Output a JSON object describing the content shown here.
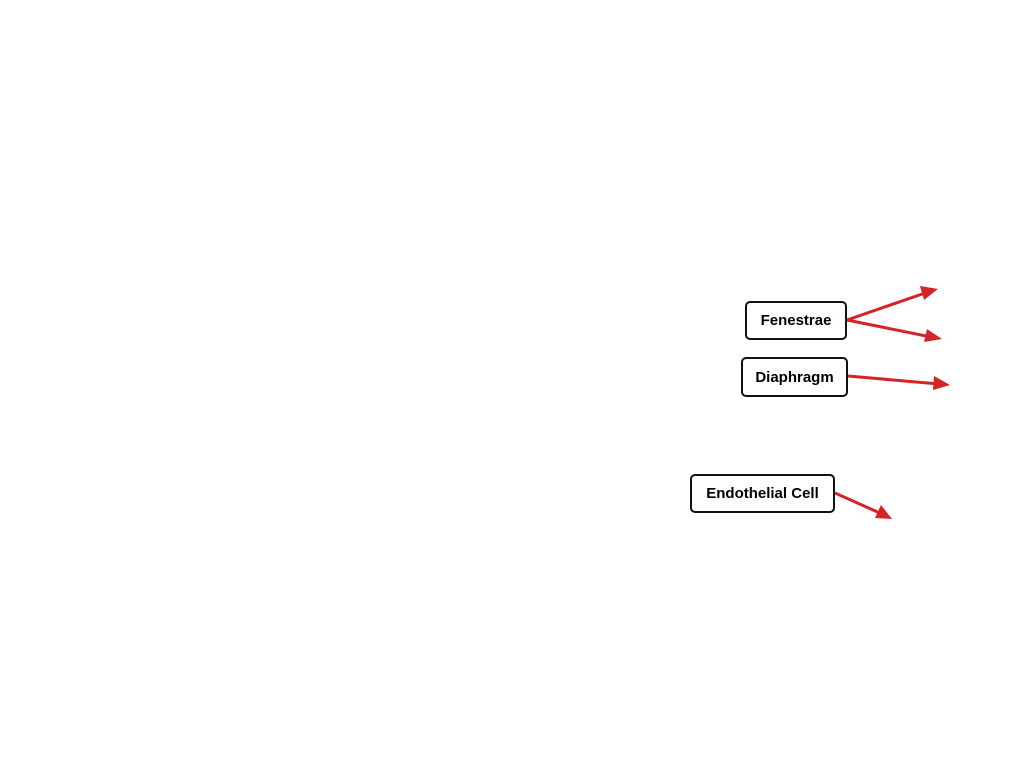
{
  "labels": {
    "fenestrae": "Fenestrae",
    "diaphragm": "Diaphragm",
    "endothelial_cell": "Endothelial Cell"
  },
  "colors": {
    "arrow": "#d42426",
    "box_border": "#111111",
    "background": "#ffffff"
  }
}
